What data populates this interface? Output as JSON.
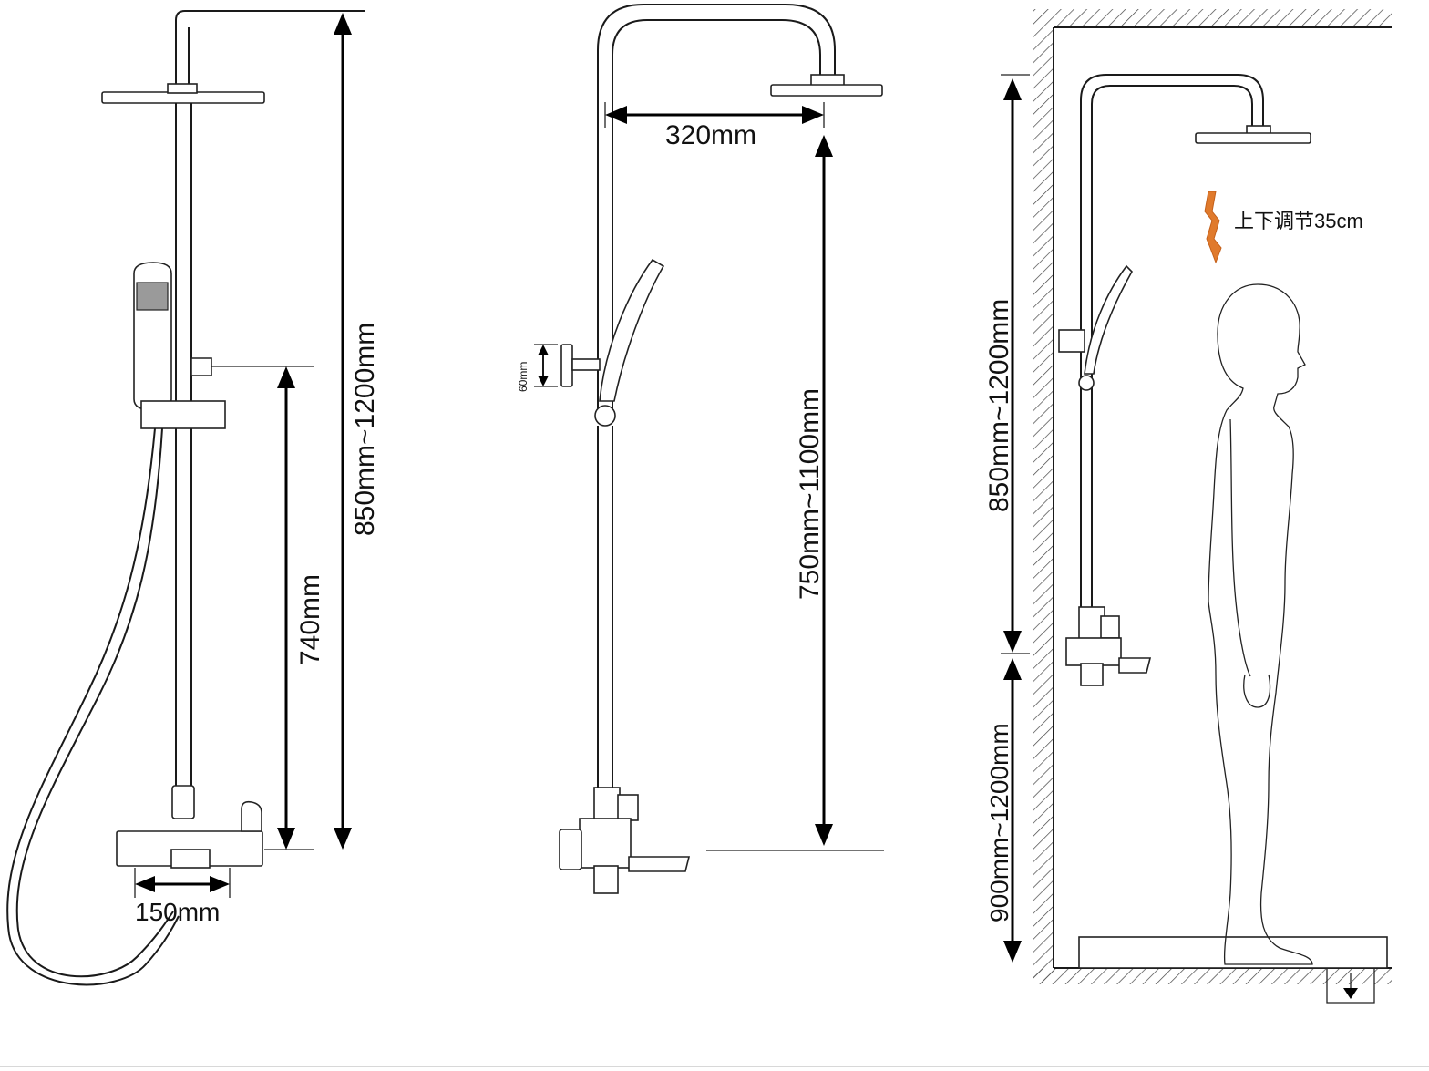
{
  "panels": {
    "left": {
      "height_range": "850mm~1200mm",
      "inlet_height": "740mm",
      "valve_width": "150mm"
    },
    "middle": {
      "arm_reach": "320mm",
      "height_range": "750mm~1100mm",
      "holder_size": "60mm"
    },
    "right": {
      "adjust_note": "上下调节35cm",
      "upper_range": "850mm~1200mm",
      "lower_range": "900mm~1200mm"
    }
  },
  "colors": {
    "line": "#1a1a1a",
    "adjust_arrow": "#e07a2c",
    "background": "#ffffff"
  }
}
